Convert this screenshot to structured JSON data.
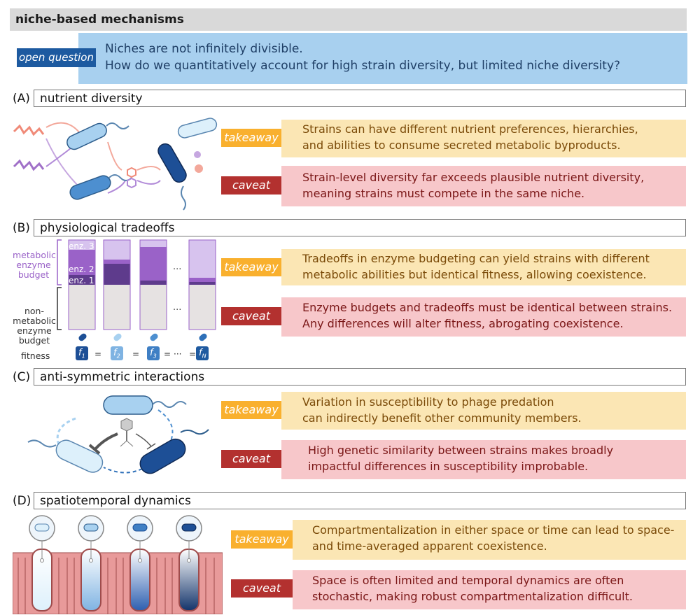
{
  "header": {
    "title": "niche-based mechanisms"
  },
  "open_question": {
    "tag": "open question",
    "line1": "Niches are not infinitely divisible.",
    "line2": "How do we quantitatively account for high strain diversity, but limited niche diversity?"
  },
  "sections": [
    {
      "label": "(A)",
      "title": "nutrient diversity",
      "takeaway_tag": "takeaway",
      "takeaway_line1": "Strains can have different nutrient preferences, hierarchies,",
      "takeaway_line2": "and abilities to consume secreted metabolic byproducts.",
      "caveat_tag": "caveat",
      "caveat_line1": "Strain-level diversity far exceeds plausible nutrient diversity,",
      "caveat_line2": "meaning strains must compete in the same niche."
    },
    {
      "label": "(B)",
      "title": "physiological tradeoffs",
      "takeaway_tag": "takeaway",
      "takeaway_line1": "Tradeoffs in enzyme budgeting can yield strains with different",
      "takeaway_line2": "metabolic abilities but identical fitness, allowing coexistence.",
      "caveat_tag": "caveat",
      "caveat_line1": "Enzyme budgets and tradeoffs must be identical between strains.",
      "caveat_line2": "Any differences will alter fitness, abrogating coexistence."
    },
    {
      "label": "(C)",
      "title": "anti-symmetric interactions",
      "takeaway_tag": "takeaway",
      "takeaway_line1": "Variation in susceptibility to phage predation",
      "takeaway_line2": " can indirectly benefit other community members.",
      "caveat_tag": "caveat",
      "caveat_line1": "High genetic similarity between strains makes broadly",
      "caveat_line2": "impactful differences in susceptibility improbable."
    },
    {
      "label": "(D)",
      "title": "spatiotemporal dynamics",
      "takeaway_tag": "takeaway",
      "takeaway_line1": "Compartmentalization in either space or time can lead to space-",
      "takeaway_line2": "and time-averaged apparent coexistence.",
      "caveat_tag": "caveat",
      "caveat_line1": "Space is often limited and temporal dynamics are often",
      "caveat_line2": "stochastic, making robust compartmentalization difficult."
    }
  ],
  "budget_panel": {
    "metabolic_label": [
      "metabolic",
      "enzyme",
      "budget"
    ],
    "nonmetabolic_label": [
      "non-",
      "metabolic",
      "enzyme",
      "budget"
    ],
    "enzyme_labels": [
      "enz. 3",
      "enz. 2",
      "enz. 1"
    ],
    "ellipsis": "...",
    "fitness_label": "fitness",
    "fitness_symbols": [
      "f",
      "f",
      "f",
      "f"
    ],
    "fitness_subscripts": [
      "1",
      "2",
      "3",
      "N"
    ],
    "equals": "=",
    "dots": "···"
  },
  "colors": {
    "open_question_bg": "#a8d0ef",
    "open_question_tag": "#1d5aa0",
    "takeaway_tag": "#f9b02e",
    "takeaway_bg": "#fbe6b4",
    "caveat_tag": "#b3312f",
    "caveat_bg": "#f7c7ca",
    "header_bg": "#d9d9d9"
  }
}
